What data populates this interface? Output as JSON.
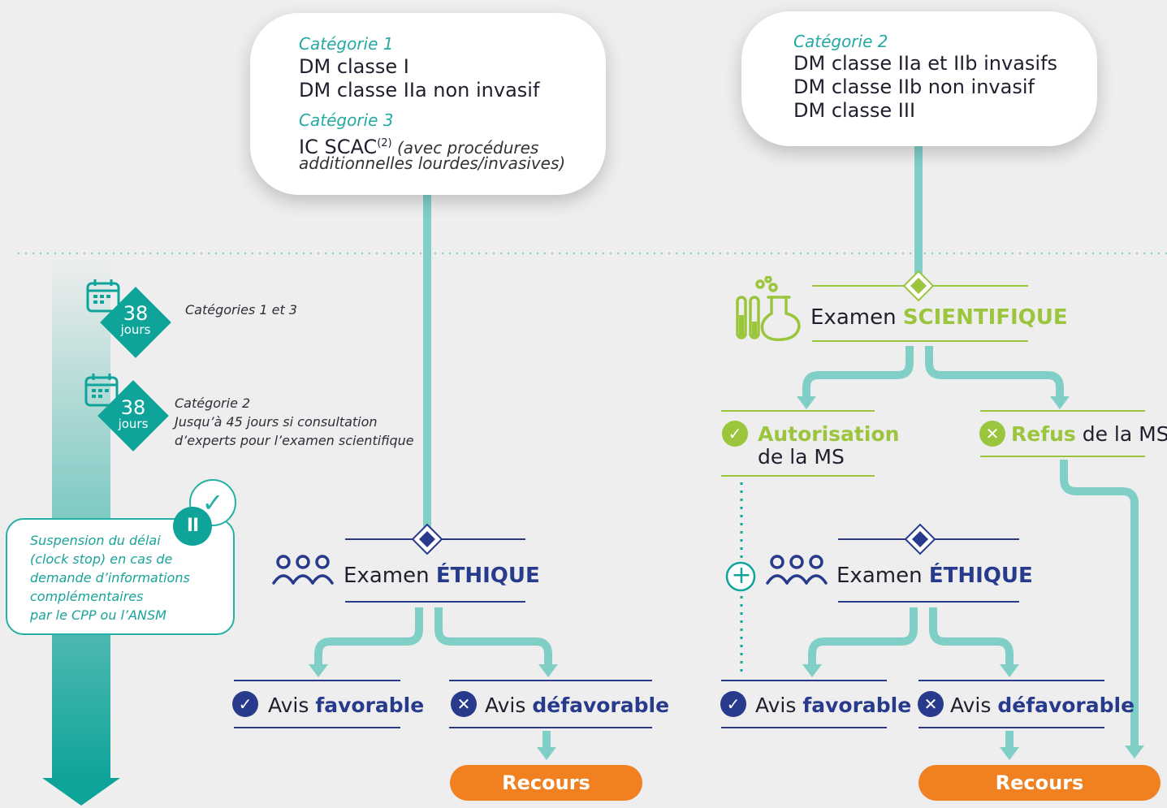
{
  "top_left_box": {
    "cat1_label": "Catégorie 1",
    "cat1_line1": "DM classe I",
    "cat1_line2": "DM classe IIa non invasif",
    "cat3_label": "Catégorie 3",
    "cat3_main": "IC SCAC",
    "cat3_sup": "(2)",
    "cat3_italic_1": " (avec procédures",
    "cat3_italic_2": "additionnelles lourdes/invasives)"
  },
  "top_right_box": {
    "cat2_label": "Catégorie 2",
    "line1": "DM classe IIa et IIb invasifs",
    "line2": "DM classe IIb non invasif",
    "line3": "DM classe III"
  },
  "timeline": {
    "badge1_num": "38",
    "badge1_unit": "jours",
    "badge1_note": "Catégories 1 et 3",
    "badge2_num": "38",
    "badge2_unit": "jours",
    "badge2_note_1": "Catégorie 2",
    "badge2_note_2": "Jusqu’à 45 jours si consultation",
    "badge2_note_3": "d’experts pour l’examen scientifique",
    "suspend_1": "Suspension du délai",
    "suspend_2": "(clock stop) en cas de",
    "suspend_3": "demande d’informations",
    "suspend_4": "complémentaires",
    "suspend_5": "par le CPP ou l’ANSM",
    "pause_symbol": "II",
    "check_symbol": "✓"
  },
  "left_flow": {
    "exam_prefix": "Examen ",
    "exam_strong": "ÉTHIQUE",
    "fav_prefix": "Avis ",
    "fav_strong": "favorable",
    "defav_prefix": "Avis ",
    "defav_strong": "défavorable",
    "recours": "Recours"
  },
  "right_flow": {
    "sci_prefix": "Examen ",
    "sci_strong": "SCIENTIFIQUE",
    "auth_strong": "Autorisation",
    "auth_rest": "de la MS",
    "refus_strong": "Refus",
    "refus_rest": " de la MS",
    "plus_symbol": "+",
    "exam_prefix": "Examen ",
    "exam_strong": "ÉTHIQUE",
    "fav_prefix": "Avis ",
    "fav_strong": "favorable",
    "defav_prefix": "Avis ",
    "defav_strong": "défavorable",
    "recours": "Recours"
  },
  "symbols": {
    "check": "✓",
    "cross": "✕"
  },
  "colors": {
    "teal": "#7fcfc7",
    "dark_teal": "#0fa49a",
    "navy": "#273a8c",
    "green": "#9bc53d",
    "orange": "#f08020"
  }
}
